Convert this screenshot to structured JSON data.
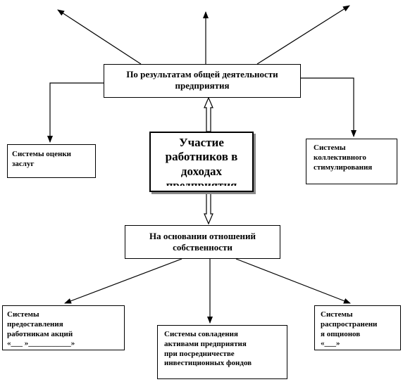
{
  "nodes": {
    "center": {
      "lines": [
        "Участие",
        "работников в",
        "доходах",
        "предприятия"
      ]
    },
    "top": {
      "lines": [
        "По результатам общей деятельности",
        "предприятия"
      ]
    },
    "mid": {
      "lines": [
        "На основании отношений",
        "собственности"
      ]
    },
    "left": {
      "lines": [
        "Системы оценки",
        "заслуг"
      ]
    },
    "right": {
      "lines": [
        "Системы",
        "коллективного",
        "стимулирования"
      ]
    },
    "bottom_left": {
      "lines": [
        "Системы",
        "предоставления",
        "работникам акций",
        "«___ »___________»"
      ]
    },
    "bottom_center": {
      "lines": [
        "Системы совладения",
        "активами предприятия",
        "при посредничестве",
        "инвестиционных  фондов"
      ]
    },
    "bottom_right": {
      "lines": [
        "Системы",
        "распространени",
        "я опционов",
        "«___»"
      ]
    }
  },
  "colors": {
    "line": "#000000",
    "box_fill": "#ffffff",
    "shadow": "#8a8a8a"
  }
}
